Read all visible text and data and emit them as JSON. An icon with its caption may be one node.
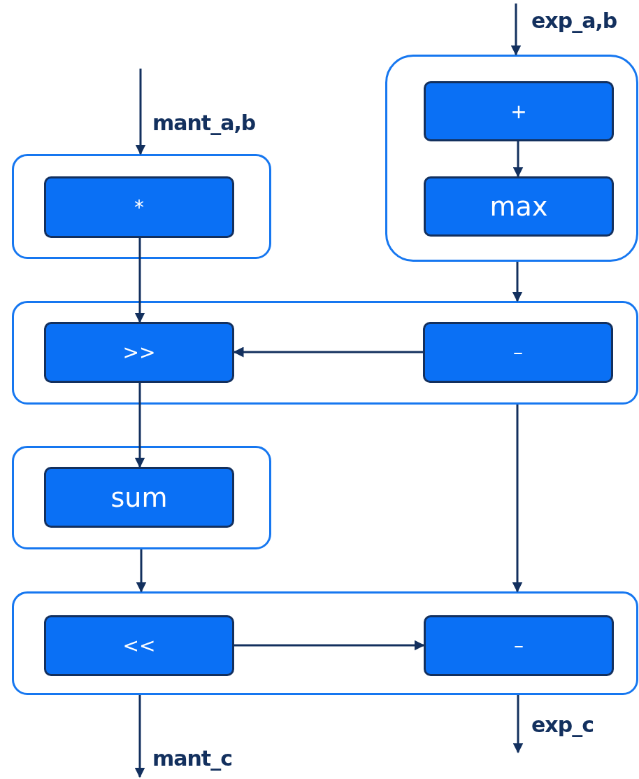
{
  "diagram": {
    "nodes": [
      {
        "text": [],
        "shape": "box"
      },
      {
        "text": [
          "+"
        ],
        "in": 0
      },
      {
        "text": [
          "max"
        ],
        "in": 0
      },
      {
        "text": [],
        "shape": "box"
      },
      {
        "text": [
          "*"
        ],
        "in": 3
      },
      {
        "text": [],
        "shape": "box"
      },
      {
        "text": [
          ">>"
        ],
        "in": 5
      },
      {
        "text": [
          "–"
        ],
        "in": 5
      },
      {
        "text": [],
        "shape": "box"
      },
      {
        "text": [
          "sum"
        ],
        "in": 8
      },
      {
        "text": [],
        "shape": "box"
      },
      {
        "text": [
          "<<"
        ],
        "in": 10
      },
      {
        "text": [
          "–"
        ],
        "in": 10
      }
    ],
    "edges": [
      {
        "from": null,
        "to": 0,
        "arrow": "to",
        "label": "exp_a,b"
      },
      {
        "from": 1,
        "to": 2,
        "arrow": "to"
      },
      {
        "from": null,
        "to": 3,
        "arrow": "to",
        "label": "mant_a,b"
      },
      {
        "from": 4,
        "to": 6,
        "arrow": "to"
      },
      {
        "from": 0,
        "to": 5,
        "arrow": "to"
      },
      {
        "from": 7,
        "to": 6,
        "arrow": "to"
      },
      {
        "from": 6,
        "to": 9,
        "arrow": "to"
      },
      {
        "from": 8,
        "to": 10,
        "arrow": "to"
      },
      {
        "from": 5,
        "to": 10,
        "arrow": "to"
      },
      {
        "from": 11,
        "to": 12,
        "arrow": "to"
      },
      {
        "from": 10,
        "to": null,
        "arrow": "to",
        "label": "mant_c"
      },
      {
        "from": 10,
        "to": null,
        "arrow": "to",
        "label": "exp_c"
      }
    ]
  }
}
